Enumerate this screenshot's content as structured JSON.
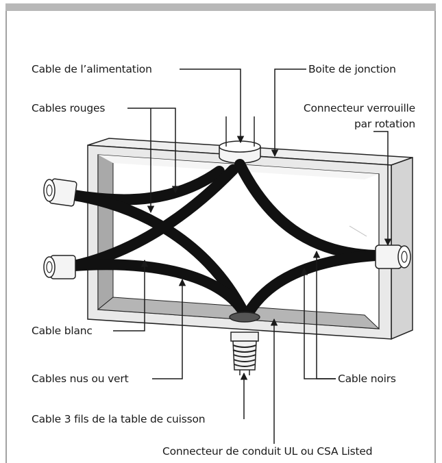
{
  "labels": {
    "power_cable": "Cable de l’alimentation",
    "junction_box": "Boite de jonction",
    "red_cables": "Cables rouges",
    "twist_lock_connector_line1": "Connecteur verrouille",
    "twist_lock_connector_line2": "par rotation",
    "white_cable": "Cable blanc",
    "bare_or_green_cables": "Cables nus ou vert",
    "black_cables": "Cable noirs",
    "three_wire_cable": "Cable 3 fils de la table de cuisson",
    "conduit_connector": "Connecteur de conduit UL ou CSA Listed"
  },
  "colors": {
    "top_bar": "#b8b8b8",
    "box_face": "#e9e9e9",
    "box_inner_side": "#a9a9a9",
    "box_interior": "#ffffff",
    "cable": "#111111",
    "outline": "#222222"
  }
}
